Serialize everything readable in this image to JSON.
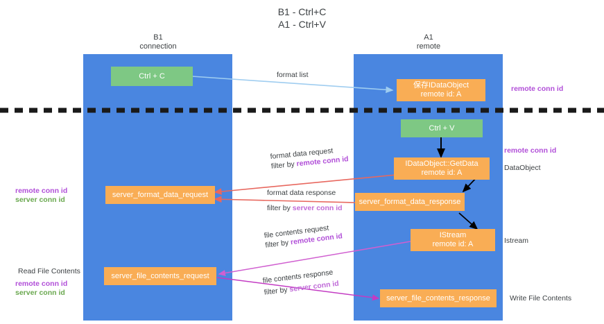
{
  "title": {
    "line1": "B1 - Ctrl+C",
    "line2": "A1 - Ctrl+V"
  },
  "columns": [
    {
      "id": "b1",
      "name": "B1",
      "role": "connection"
    },
    {
      "id": "a1",
      "name": "A1",
      "role": "remote"
    }
  ],
  "nodes": {
    "ctrl_c": {
      "label": "Ctrl + C"
    },
    "save_idataobject": {
      "line1": "保存IDataObject",
      "line2": "remote id: A"
    },
    "ctrl_v": {
      "label": "Ctrl + V"
    },
    "getdata": {
      "line1": "IDataObject::GetData",
      "line2": "remote id: A"
    },
    "server_format_data_request": {
      "label": "server_format_data_request"
    },
    "server_format_data_response": {
      "label": "server_format_data_response"
    },
    "istream": {
      "line1": "IStream",
      "line2": "remote id: A"
    },
    "server_file_contents_request": {
      "label": "server_file_contents_request"
    },
    "server_file_contents_response": {
      "label": "server_file_contents_response"
    }
  },
  "edges": {
    "format_list": {
      "label": "format list"
    },
    "format_data_request": {
      "label": "format data request",
      "filter_prefix": "filter by ",
      "filter_key": "remote conn id"
    },
    "format_data_response": {
      "label": "format data response",
      "filter_prefix": "filter by ",
      "filter_key": "server conn id"
    },
    "file_contents_request": {
      "label": "file contents request",
      "filter_prefix": "filter by ",
      "filter_key": "remote conn id"
    },
    "file_contents_response": {
      "label": "file contents response",
      "filter_prefix": "filter by ",
      "filter_key": "server conn id"
    }
  },
  "annotations": {
    "remote_conn_id_top": "remote conn id",
    "remote_conn_id_mid": "remote conn id",
    "dataobject": "DataObject",
    "istream": "Istream",
    "write_file_contents": "Write File Contents",
    "read_file_contents": "Read File Contents",
    "left_keys": {
      "remote": "remote conn id",
      "server": "server conn id"
    },
    "left_keys_lower": {
      "remote": "remote conn id",
      "server": "server conn id"
    }
  },
  "colors": {
    "lane": "#4a86e0",
    "green_node": "#7ec884",
    "orange_node": "#f9ad55",
    "purple": "#b14fd8",
    "green_text": "#6aa84f",
    "arrow_blue": "#9fcdf0",
    "arrow_red": "#e8685f",
    "arrow_pink": "#d05fd0",
    "arrow_magenta": "#c33bc3",
    "arrow_black": "#000000",
    "divider": "#1a1a1a"
  }
}
